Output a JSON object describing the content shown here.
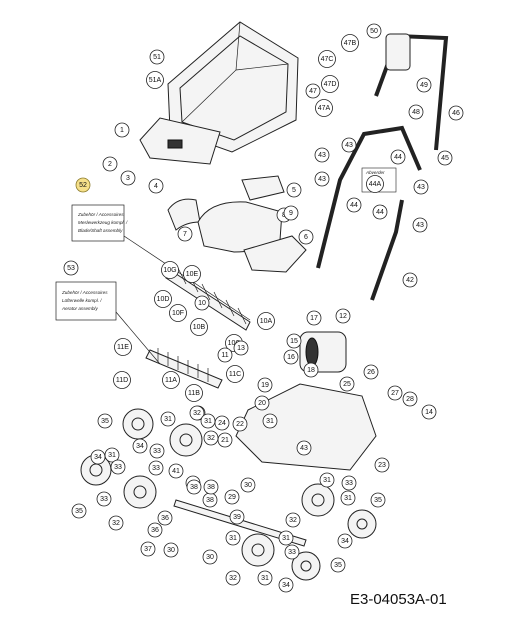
{
  "diagram": {
    "doc_code": "E3-04053A-01",
    "highlight_callout": "52",
    "accessory_note_1": [
      "Zubehör / Accessoires",
      "Meslewerkzeug kompl. /",
      "Blade/Shaft assembly"
    ],
    "accessory_note_2": [
      "Zubehör / Accessoires",
      "Lüfterwelle kompl. /",
      "Aerator assembly"
    ],
    "abverder_label": "Abverder",
    "callouts": [
      "51",
      "51A",
      "1",
      "2",
      "3",
      "4",
      "52",
      "5",
      "6",
      "7",
      "8",
      "9",
      "10",
      "10A",
      "10B",
      "10C",
      "10D",
      "10E",
      "10F",
      "10G",
      "11",
      "11A",
      "11B",
      "11C",
      "11D",
      "11E",
      "53",
      "12",
      "13",
      "14",
      "15",
      "16",
      "17",
      "18",
      "19",
      "20",
      "21",
      "22",
      "23",
      "24",
      "25",
      "26",
      "27",
      "28",
      "29",
      "30",
      "31",
      "32",
      "33",
      "34",
      "35",
      "36",
      "37",
      "38",
      "39",
      "40",
      "41",
      "42",
      "43",
      "44",
      "44A",
      "45",
      "46",
      "47",
      "47A",
      "47B",
      "47C",
      "47D",
      "48",
      "49",
      "50"
    ]
  }
}
